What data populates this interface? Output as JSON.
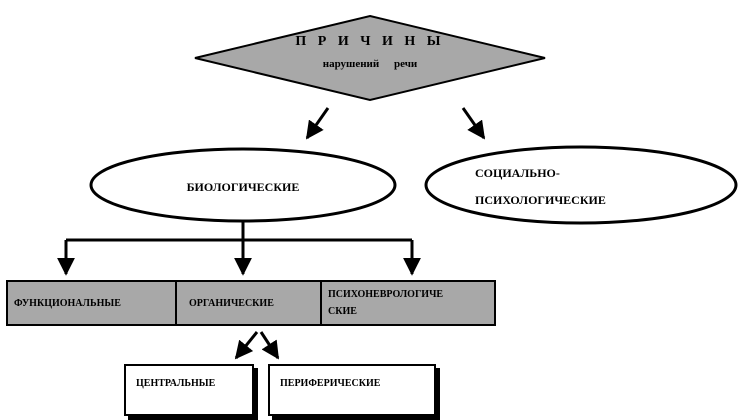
{
  "diagram": {
    "root": {
      "title": "П Р И Ч И Н Ы",
      "subtitle": "нарушений речи"
    },
    "biological": {
      "label": "БИОЛОГИЧЕСКИЕ"
    },
    "social": {
      "line1": "СОЦИАЛЬНО-",
      "line2": "ПСИХОЛОГИЧЕСКИЕ"
    },
    "categories": {
      "functional": "ФУНКЦИОНАЛЬНЫЕ",
      "organic": "ОРГАНИЧЕСКИЕ",
      "psychoneuro_line1": "ПСИХОНЕВРОЛОГИЧЕ",
      "psychoneuro_line2": "СКИЕ"
    },
    "organic_children": {
      "central": "ЦЕНТРАЛЬНЫЕ",
      "peripheral": "ПЕРИФЕРИЧЕСКИЕ"
    }
  }
}
